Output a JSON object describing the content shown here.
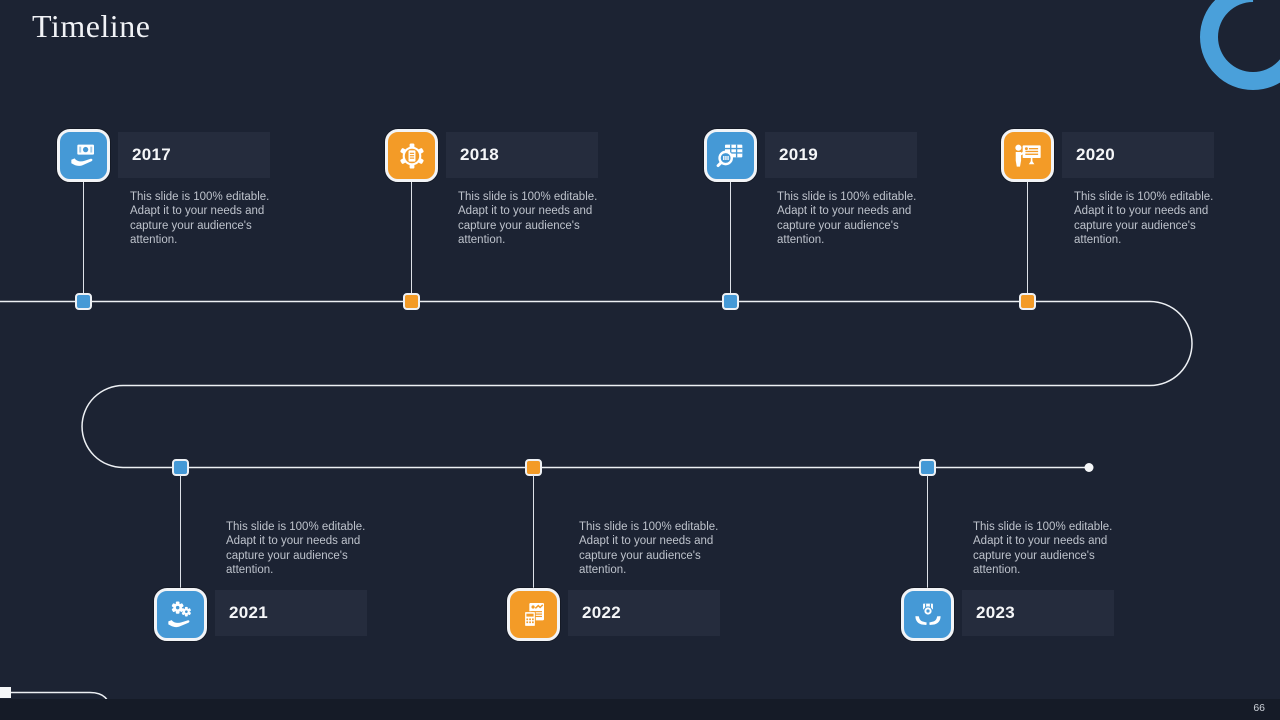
{
  "slide": {
    "title": "Timeline",
    "page_number": "66",
    "colors": {
      "background": "#1c2333",
      "panel": "#252c3d",
      "blue": "#4599d6",
      "orange": "#f39b27",
      "line": "#edf0f4",
      "ring_blue": "#4aa0da",
      "muted_text": "#bec3cc"
    }
  },
  "timeline": {
    "items": [
      {
        "year": "2017",
        "icon": "hand-money-icon",
        "color": "blue",
        "description": "This slide is 100% editable. Adapt it to your needs and capture your audience's attention."
      },
      {
        "year": "2018",
        "icon": "gear-document-icon",
        "color": "orange",
        "description": "This slide is 100% editable. Adapt it to your needs and capture your audience's attention."
      },
      {
        "year": "2019",
        "icon": "search-table-icon",
        "color": "blue",
        "description": "This slide is 100% editable. Adapt it to your needs and capture your audience's attention."
      },
      {
        "year": "2020",
        "icon": "presentation-icon",
        "color": "orange",
        "description": "This slide is 100% editable. Adapt it to your needs and capture your audience's attention."
      },
      {
        "year": "2021",
        "icon": "hand-gears-icon",
        "color": "blue",
        "description": "This slide is 100% editable. Adapt it to your needs and capture your audience's attention."
      },
      {
        "year": "2022",
        "icon": "report-icon",
        "color": "orange",
        "description": "This slide is 100% editable. Adapt it to your needs and capture your audience's attention."
      },
      {
        "year": "2023",
        "icon": "hands-money-icon",
        "color": "blue",
        "description": "This slide is 100% editable. Adapt it to your needs and capture your audience's attention."
      }
    ]
  }
}
